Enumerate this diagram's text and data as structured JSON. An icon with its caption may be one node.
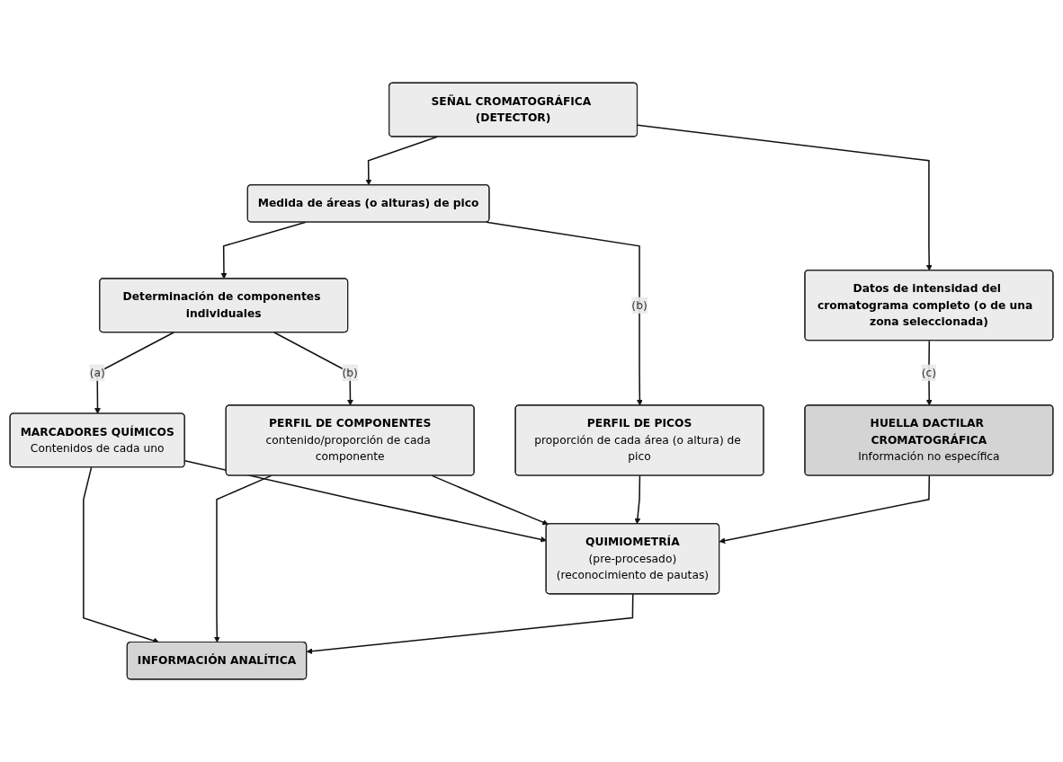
{
  "diagram": {
    "nodes": [
      {
        "text": [
          "SEÑAL CROMATOGRÁFICA (DETECTOR)"
        ]
      },
      {
        "text": [
          "Medida de áreas (o alturas) de pico"
        ]
      },
      {
        "text": [
          "Datos de intensidad del cromatograma completo (o de una  zona seleccionada)"
        ]
      },
      {
        "text": [
          "Determinación de componentes individuales"
        ]
      },
      {
        "text": [
          "PERFIL DE COMPONENTES",
          "contenido/proporción de cada componente"
        ]
      },
      {
        "text": [
          "PERFIL DE PICOS",
          "proporción de cada área (o altura) de pico"
        ]
      },
      {
        "text": [
          "HUELLA DACTILAR CROMATOGRÁFICA",
          "Información no específica"
        ]
      },
      {
        "text": [
          "MARCADORES QUÍMICOS",
          "Contenidos de cada uno"
        ]
      },
      {
        "text": [
          "INFORMACIÓN ANALÍTICA"
        ]
      },
      {
        "text": [
          "QUIMIOMETRÍA",
          "(pre-procesado)",
          "(reconocimiento de pautas)"
        ]
      }
    ],
    "edges": [
      {
        "from": 0,
        "to": 1,
        "arrow": "to"
      },
      {
        "from": 0,
        "to": 2,
        "arrow": "to"
      },
      {
        "from": 1,
        "to": 3,
        "arrow": "to"
      },
      {
        "from": 1,
        "to": 5,
        "arrow": "to",
        "label": "(b)"
      },
      {
        "from": 3,
        "to": 4,
        "arrow": "to",
        "label": "(b)"
      },
      {
        "from": 2,
        "to": 6,
        "arrow": "to",
        "label": "(c)"
      },
      {
        "from": 3,
        "to": 7,
        "arrow": "to",
        "label": "(a)"
      },
      {
        "from": 7,
        "to": 8,
        "arrow": "to"
      },
      {
        "from": 4,
        "to": 8,
        "arrow": "to"
      },
      {
        "from": 7,
        "to": 9,
        "arrow": "to"
      },
      {
        "from": 4,
        "to": 9,
        "arrow": "to"
      },
      {
        "from": 5,
        "to": 9,
        "arrow": "to"
      },
      {
        "from": 6,
        "to": 9,
        "arrow": "to"
      },
      {
        "from": 9,
        "to": 8,
        "arrow": "to"
      }
    ]
  }
}
